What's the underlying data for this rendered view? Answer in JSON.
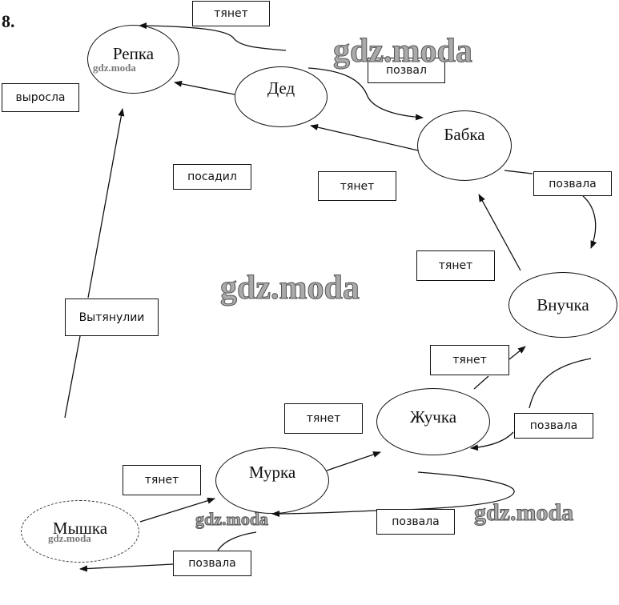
{
  "task_number": "8.",
  "nodes": {
    "repka": "Репка",
    "ded": "Дед",
    "babka": "Бабка",
    "vnuchka": "Внучка",
    "zhuchka": "Жучка",
    "murka": "Мурка",
    "myshka": "Мышка"
  },
  "labels": {
    "tyanet_top": "тянет",
    "vyrosla": "выросла",
    "pozval": "позвал",
    "posadil": "посадил",
    "tyanet_mid": "тянет",
    "pozvala_babka": "позвала",
    "tyanet_vnuchka": "тянет",
    "vytyanuli": "Вытянулии",
    "tyanet_zhuchka_up": "тянет",
    "tyanet_zhuchka": "тянет",
    "pozvala_vnuchka": "позвала",
    "tyanet_murka": "тянет",
    "pozvala_zhuchka": "позвала",
    "pozvala_murka": "позвала"
  },
  "watermarks": {
    "large": "gdz.moda",
    "small": "gdz.moda"
  }
}
